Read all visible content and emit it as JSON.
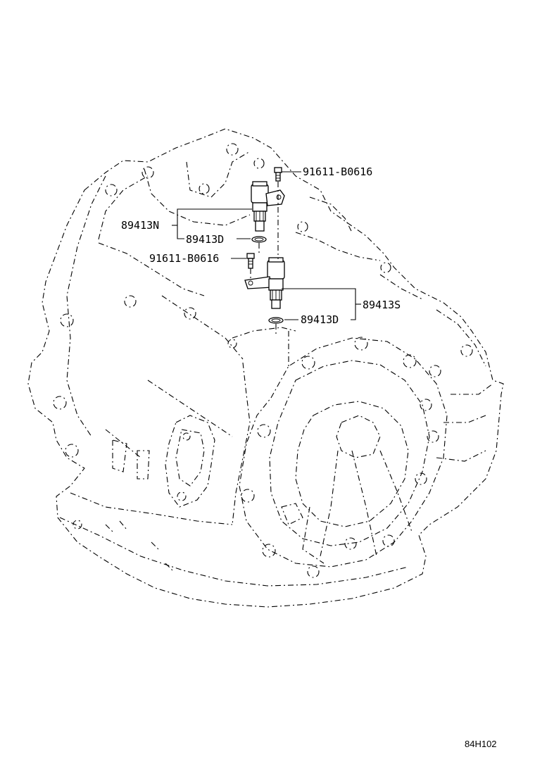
{
  "callouts": {
    "bolt_upper": "91611-B0616",
    "bolt_lower": "91611-B0616",
    "sensor_n": "89413N",
    "oring_upper": "89413D",
    "sensor_s": "89413S",
    "oring_lower": "89413D"
  },
  "reference_code": "84H102"
}
